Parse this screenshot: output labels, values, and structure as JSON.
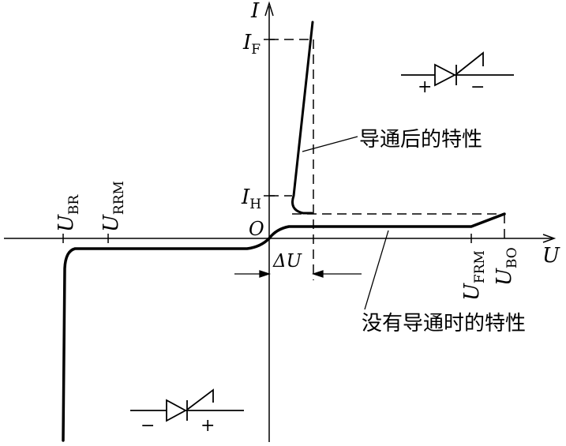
{
  "axes": {
    "y_label": "I",
    "x_label": "U",
    "origin": "O"
  },
  "current_labels": {
    "if_main": "I",
    "if_sub": "F",
    "ih_main": "I",
    "ih_sub": "H"
  },
  "voltage_labels": {
    "ubr_main": "U",
    "ubr_sub": "BR",
    "urrm_main": "U",
    "urrm_sub": "RRM",
    "ufrm_main": "U",
    "ufrm_sub": "FRM",
    "ubo_main": "U",
    "ubo_sub": "BO",
    "delta_u": "ΔU"
  },
  "annotations": {
    "on_state": "导通后的特性",
    "off_state": "没有导通时的特性"
  },
  "symbols": {
    "forward": {
      "plus": "+",
      "minus": "−",
      "icon": "thyristor-icon"
    },
    "reverse": {
      "minus": "−",
      "plus": "+",
      "icon": "thyristor-icon"
    }
  },
  "colors": {
    "ink": "#000000",
    "background": "#ffffff"
  }
}
